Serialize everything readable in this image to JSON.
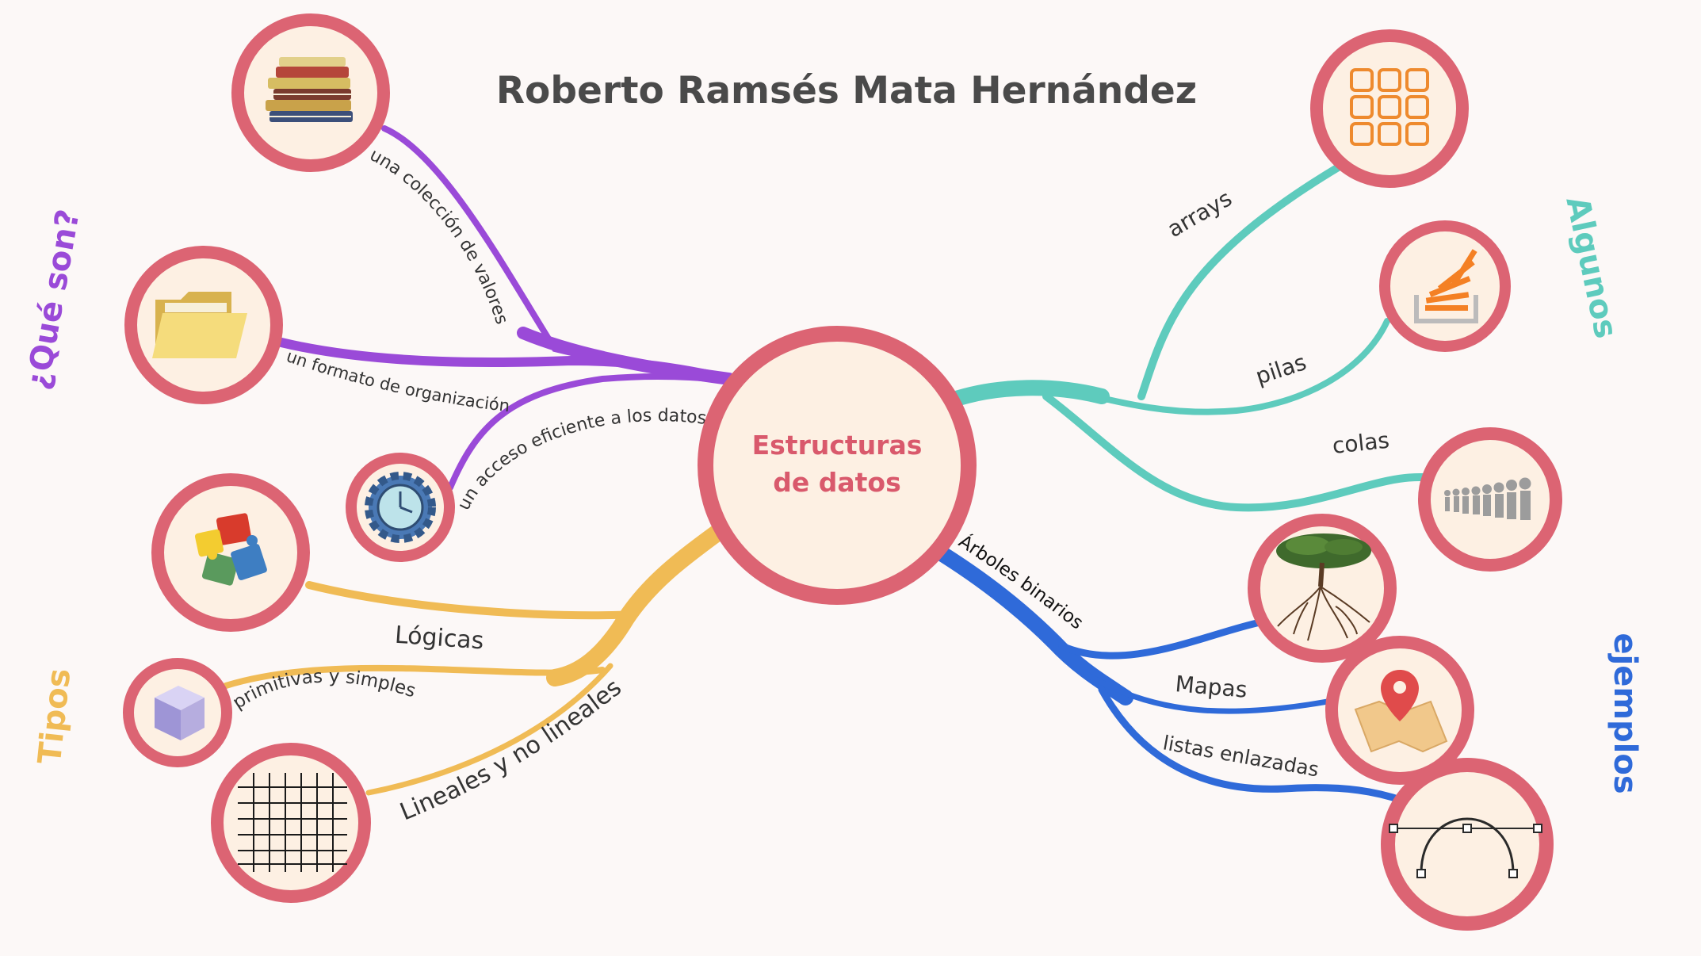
{
  "title": "Roberto Ramsés Mata Hernández",
  "center": {
    "line1": "Estructuras",
    "line2": "de datos"
  },
  "branches": {
    "que_son": {
      "heading": "¿Qué son?",
      "color": "#9a4ad8",
      "labels": {
        "coleccion": "una colección de valores",
        "formato": "un formato de organización",
        "acceso": "un acceso eficiente a los datos"
      }
    },
    "tipos": {
      "heading": "Tipos",
      "color": "#f0bb55",
      "labels": {
        "logicas": "Lógicas",
        "primitivas": "primitivas y simples",
        "lineales": "Lineales y no lineales"
      }
    },
    "algunos": {
      "heading": "Algunos",
      "color": "#5ecbbd",
      "labels": {
        "arrays": "arrays",
        "pilas": "pilas",
        "colas": "colas"
      }
    },
    "ejemplos": {
      "heading": "ejemplos",
      "color": "#2f6ad9",
      "labels": {
        "arboles": "Árboles binarios",
        "mapas": "Mapas",
        "listas": "listas enlazadas"
      }
    }
  },
  "colors": {
    "node_ring": "#dc6473",
    "node_fill": "#fdf0e3",
    "center_text": "#d9596c",
    "title_text": "#4a4a4a",
    "label_text": "#333333"
  },
  "icons": [
    "books-icon",
    "folder-icon",
    "gear-clock-icon",
    "puzzle-icon",
    "cube-icon",
    "grid-icon",
    "array-grid-icon",
    "stack-icon",
    "queue-people-icon",
    "tree-roots-icon",
    "map-pin-icon",
    "bezier-curve-icon"
  ]
}
